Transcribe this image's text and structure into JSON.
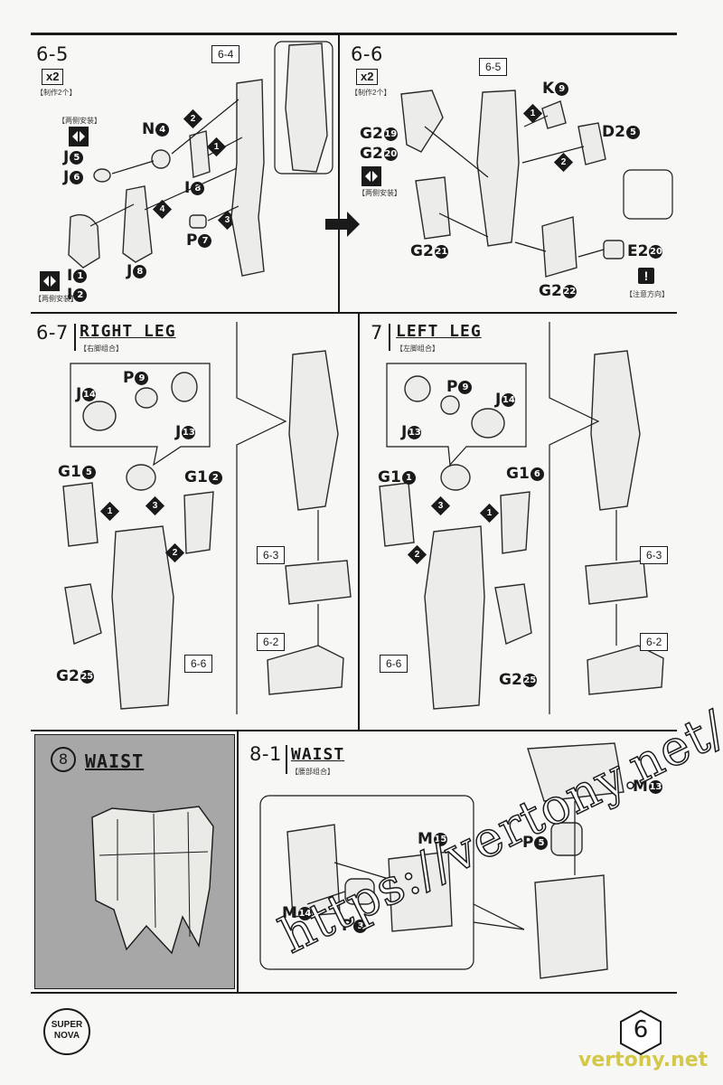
{
  "steps": {
    "s65": {
      "num": "6-5",
      "qty": "x2",
      "qty_cn": "【制作2个】",
      "ref": "6-4",
      "both_cn": "【两侧安装】",
      "both_cn2": "【两侧安装】"
    },
    "s66": {
      "num": "6-6",
      "qty": "x2",
      "qty_cn": "【制作2个】",
      "ref": "6-5",
      "both_cn": "【两侧安装】",
      "note_cn": "【注意方向】"
    },
    "s67": {
      "num": "6-7",
      "title": "RIGHT LEG",
      "title_cn": "【右脚组合】",
      "ref_a": "6-6",
      "ref_b": "6-3",
      "ref_c": "6-2"
    },
    "s7": {
      "num": "7",
      "title": "LEFT LEG",
      "title_cn": "【左脚组合】",
      "ref_a": "6-6",
      "ref_b": "6-3",
      "ref_c": "6-2"
    },
    "s8": {
      "num": "8",
      "title": "WAIST"
    },
    "s81": {
      "num": "8-1",
      "title": "WAIST",
      "title_cn": "【腰部组合】"
    }
  },
  "parts": {
    "p65": [
      {
        "code": "N",
        "n": "4"
      },
      {
        "code": "J",
        "n": "5"
      },
      {
        "code": "J",
        "n": "6"
      },
      {
        "code": "I",
        "n": "8"
      },
      {
        "code": "P",
        "n": "7"
      },
      {
        "code": "J",
        "n": "8"
      },
      {
        "code": "I",
        "n": "1"
      },
      {
        "code": "I",
        "n": "2"
      }
    ],
    "p66": [
      {
        "code": "K",
        "n": "9"
      },
      {
        "code": "D2",
        "n": "5"
      },
      {
        "code": "G2",
        "n": "19"
      },
      {
        "code": "G2",
        "n": "20"
      },
      {
        "code": "G2",
        "n": "21"
      },
      {
        "code": "E2",
        "n": "20"
      },
      {
        "code": "G2",
        "n": "22"
      }
    ],
    "p67": [
      {
        "code": "J",
        "n": "14"
      },
      {
        "code": "P",
        "n": "9"
      },
      {
        "code": "J",
        "n": "13"
      },
      {
        "code": "G1",
        "n": "5"
      },
      {
        "code": "G1",
        "n": "2"
      },
      {
        "code": "G2",
        "n": "25"
      }
    ],
    "p7": [
      {
        "code": "P",
        "n": "9"
      },
      {
        "code": "J",
        "n": "14"
      },
      {
        "code": "J",
        "n": "13"
      },
      {
        "code": "G1",
        "n": "1"
      },
      {
        "code": "G1",
        "n": "6"
      },
      {
        "code": "G2",
        "n": "25"
      }
    ],
    "p81": [
      {
        "code": "M",
        "n": "15"
      },
      {
        "code": "M",
        "n": "14"
      },
      {
        "code": "P",
        "n": "3"
      },
      {
        "code": "M",
        "n": "13"
      },
      {
        "code": "P",
        "n": "5"
      }
    ]
  },
  "order": [
    "1",
    "2",
    "3",
    "4"
  ],
  "footer": {
    "brand_line1": "SUPER",
    "brand_line2": "NOVA",
    "page": "6"
  },
  "watermark": {
    "main": "https://vertony.net/",
    "corner": "vertony.net"
  },
  "colors": {
    "ink": "#1a1a1a",
    "panel": "#a7a7a7",
    "corner_wm": "#d4c84a"
  }
}
